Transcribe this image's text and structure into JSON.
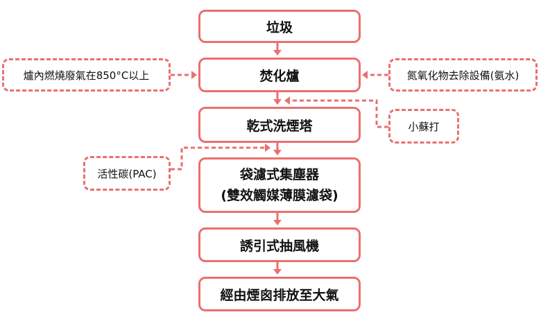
{
  "flow": {
    "step1": "垃圾",
    "step2": "焚化爐",
    "step3": "乾式洗煙塔",
    "step4_line1": "袋濾式集塵器",
    "step4_line2": "(雙效觸媒薄膜濾袋)",
    "step5": "誘引式抽風機",
    "step6": "經由煙囪排放至大氣"
  },
  "inputs": {
    "furnace_temp": "爐內燃燒廢氣在850°C以上",
    "nox_equipment": "氮氧化物去除設備(氨水)",
    "baking_soda": "小蘇打",
    "activated_carbon": "活性碳(PAC)"
  },
  "colors": {
    "accent": "#ea6f6f"
  }
}
